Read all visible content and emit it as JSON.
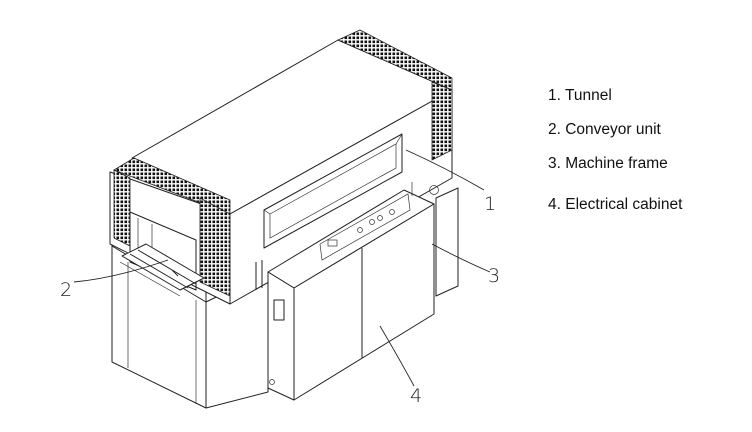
{
  "diagram": {
    "callouts": [
      {
        "number": "1"
      },
      {
        "number": "2"
      },
      {
        "number": "3"
      },
      {
        "number": "4"
      }
    ],
    "legend": [
      {
        "text": "1. Tunnel"
      },
      {
        "text": "2. Conveyor unit"
      },
      {
        "text": "3. Machine frame"
      },
      {
        "text": "4. Electrical cabinet"
      }
    ]
  }
}
